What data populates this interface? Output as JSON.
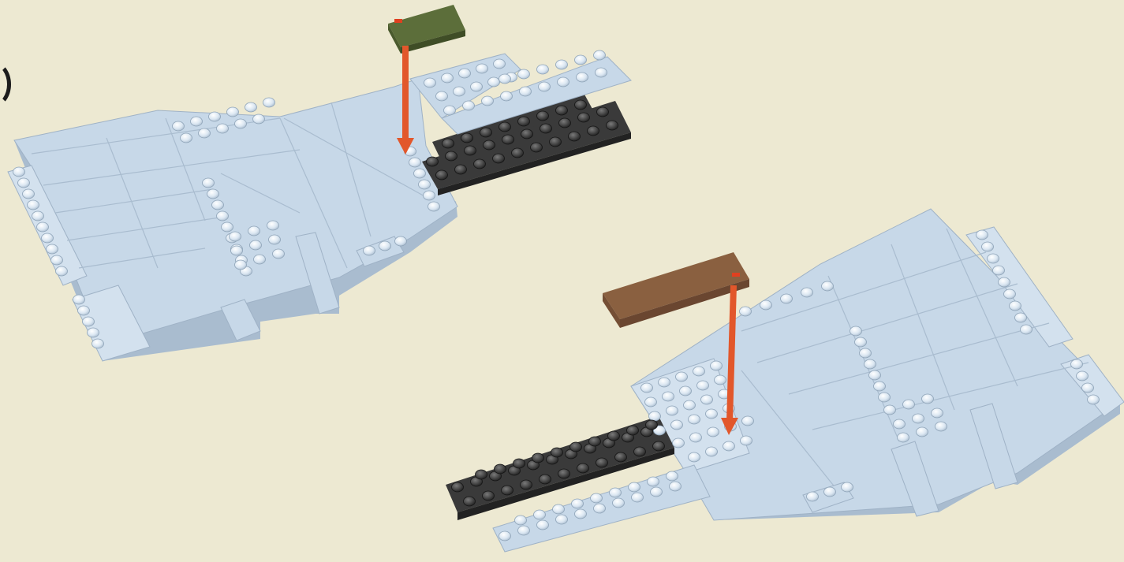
{
  "colors": {
    "background": "#ede9d2",
    "light_bluish": "#c7d8e8",
    "light_bluish_side": "#a9bccf",
    "dark_plate": "#3a3a3a",
    "dark_plate_side": "#252525",
    "green_tile": "#5c6e3a",
    "brown_tile": "#8a6040",
    "arrow": "#e2572b"
  },
  "assemblies": [
    {
      "name": "upper-left-wing-assembly",
      "new_part": "green-tile",
      "arrow": "orange-arrow"
    },
    {
      "name": "lower-right-wing-assembly",
      "new_part": "brown-tile",
      "arrow": "orange-arrow"
    }
  ]
}
